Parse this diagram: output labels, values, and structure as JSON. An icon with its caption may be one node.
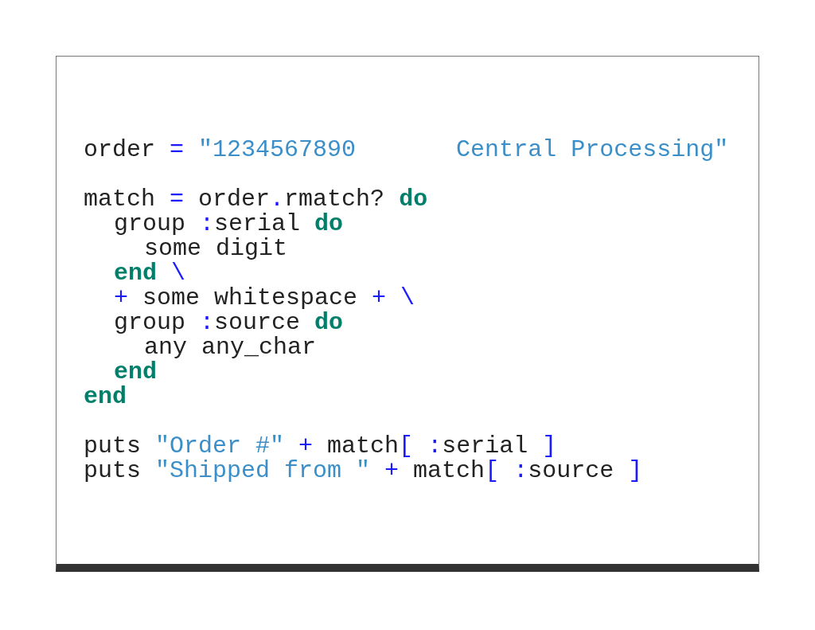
{
  "diagram": {
    "labels": [
      "order = \"1234567890       Central Processing\"",
      "match = order.rmatch? **do**",
      "group :serial **do**",
      "some digit",
      "**end** \\",
      "+ some whitespace + \\",
      "group :source **do**",
      "any any_char",
      "**end**",
      "**end**",
      "puts \"Order #\" + match[ :serial ]",
      "puts \"Shipped from \" + match[ :source ]"
    ]
  }
}
